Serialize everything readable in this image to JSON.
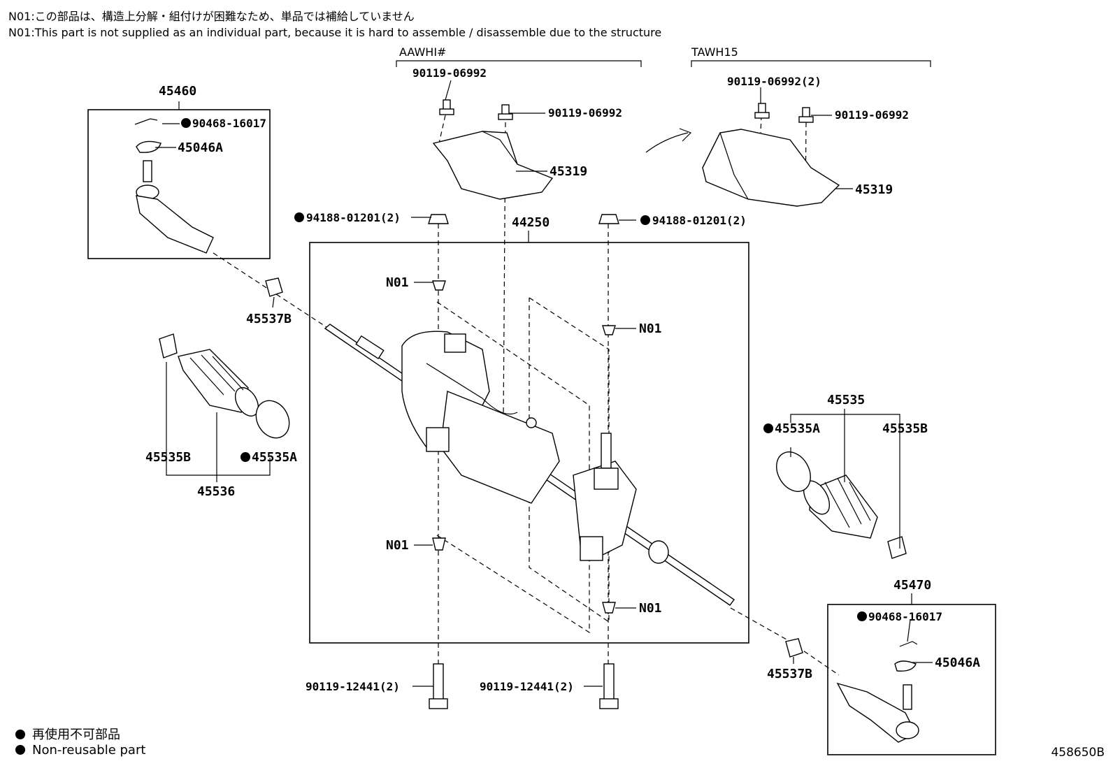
{
  "notes": {
    "jp": "N01:この部品は、構造上分解・組付けが困難なため、単品では補給していません",
    "en": "N01:This part is not supplied as an individual part, because it is hard to assemble / disassemble due to the structure"
  },
  "variants": {
    "left": "AAWHI#",
    "right": "TAWH15"
  },
  "labels": {
    "tie_rod_end_lh": "45460",
    "cotter_pin_lh": "90468-16017",
    "nut_lh": "45046A",
    "bolt_aa_1": "90119-06992",
    "bolt_aa_2": "90119-06992",
    "shield_aa": "45319",
    "bolt_ta_1": "90119-06992(2)",
    "bolt_ta_2": "90119-06992",
    "shield_ta": "45319",
    "nut_top_left": "94188-01201(2)",
    "nut_top_right": "94188-01201(2)",
    "gear_assy": "44250",
    "n01_a": "N01",
    "n01_b": "N01",
    "n01_c": "N01",
    "n01_d": "N01",
    "lock_nut_lh": "45537B",
    "boot_clip_b_lh": "45535B",
    "boot_clip_a_lh": "45535A",
    "boot_set_lh": "45536",
    "boot_rh": "45535",
    "boot_clip_a_rh": "45535A",
    "boot_clip_b_rh": "45535B",
    "tie_rod_end_rh": "45470",
    "cotter_pin_rh": "90468-16017",
    "nut_rh": "45046A",
    "lock_nut_rh": "45537B",
    "bolt_bottom_left": "90119-12441(2)",
    "bolt_bottom_right": "90119-12441(2)"
  },
  "legend": {
    "jp": "再使用不可部品",
    "en": "Non-reusable part"
  },
  "ref_code": "458650B"
}
